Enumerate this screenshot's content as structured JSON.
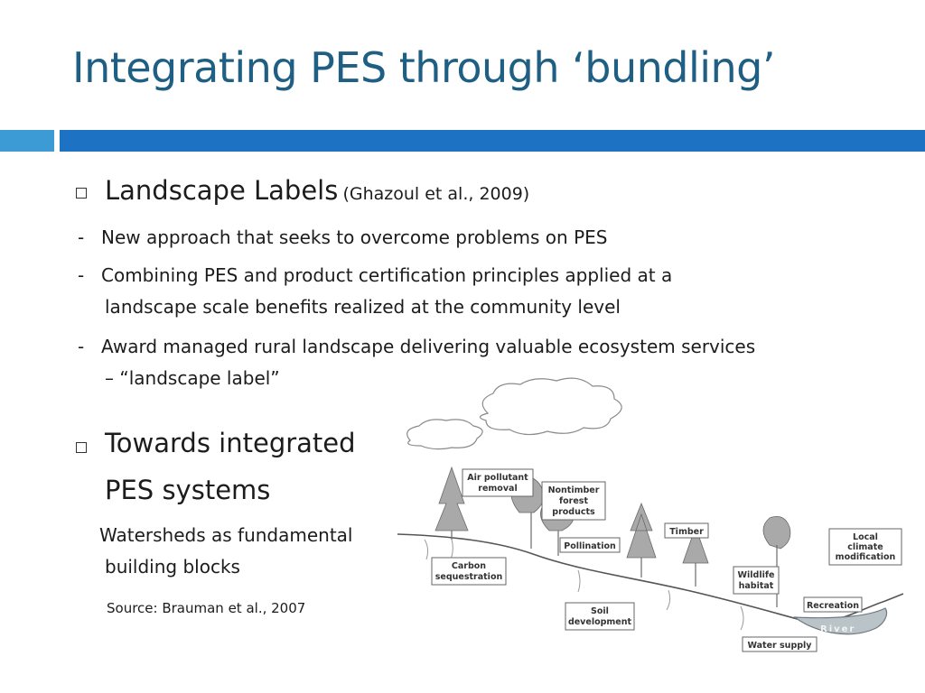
{
  "slide": {
    "title": "Integrating PES through ‘bundling’"
  },
  "section1": {
    "heading": "Landscape Labels",
    "citation": "(Ghazoul et al., 2009)",
    "points": [
      {
        "dash": "-",
        "line1": "New approach that seeks to overcome problems on PES",
        "line2": ""
      },
      {
        "dash": "-",
        "line1": "Combining PES and product certification principles applied at a",
        "line2": "landscape scale benefits realized at the community level"
      },
      {
        "dash": "-",
        "line1": "Award managed rural landscape delivering valuable ecosystem services",
        "line2": "– “landscape label”"
      }
    ]
  },
  "section2": {
    "heading_line1": "Towards integrated",
    "heading_line2": "PES systems",
    "sub_line1": "Watersheds as fundamental",
    "sub_line2": "building blocks",
    "source": "Source: Brauman et al., 2007"
  },
  "illustration": {
    "labels": {
      "air": [
        "Air pollutant",
        "removal"
      ],
      "nontimber": [
        "Nontimber",
        "forest",
        "products"
      ],
      "timber": [
        "Timber"
      ],
      "local_climate": [
        "Local",
        "climate",
        "modification"
      ],
      "pollination": [
        "Pollination"
      ],
      "carbon": [
        "Carbon",
        "sequestration"
      ],
      "wildlife": [
        "Wildlife",
        "habitat"
      ],
      "recreation": [
        "Recreation"
      ],
      "soil": [
        "Soil",
        "development"
      ],
      "river": [
        "River"
      ],
      "water_supply": [
        "Water supply"
      ]
    }
  }
}
